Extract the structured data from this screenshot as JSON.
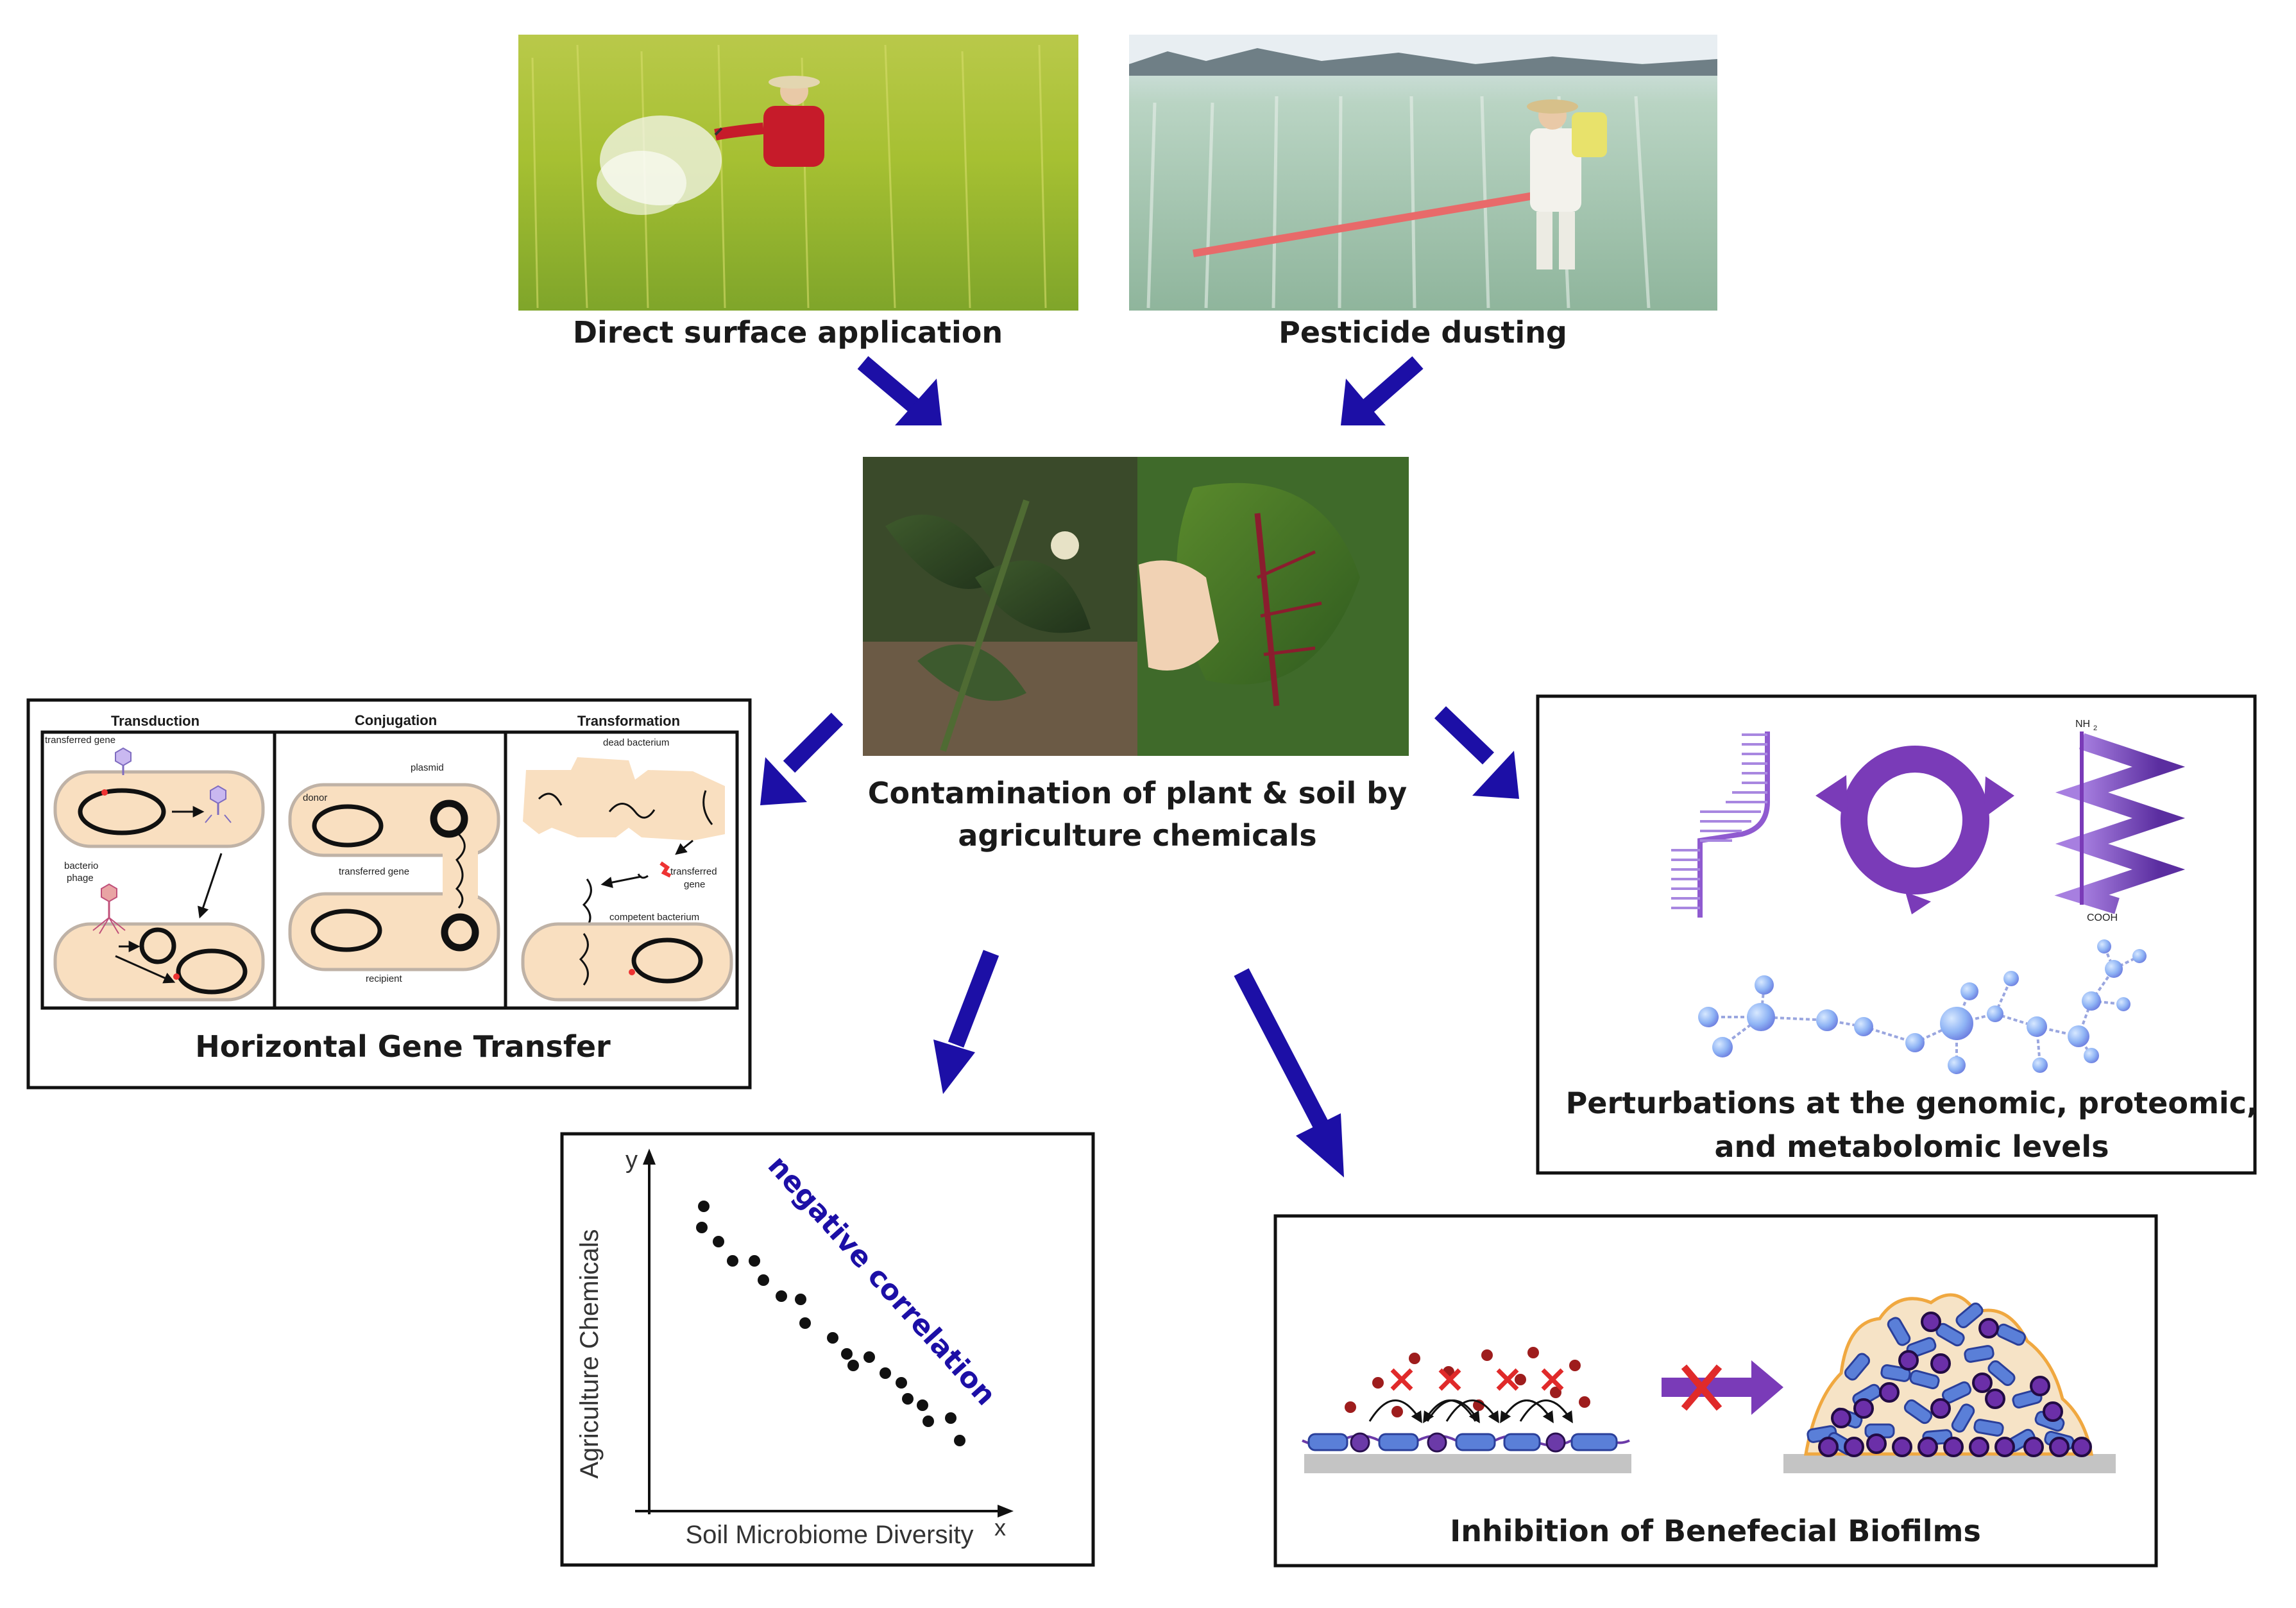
{
  "photos": {
    "direct_surface": {
      "caption": "Direct surface application"
    },
    "dusting": {
      "caption": "Pesticide dusting"
    },
    "contamination": {
      "caption_line1": "Contamination of plant & soil by",
      "caption_line2": "agriculture chemicals"
    }
  },
  "hgt_panel": {
    "title": "Horizontal Gene Transfer",
    "transduction": {
      "title": "Transduction",
      "transferred_gene": "transferred gene",
      "bacteriophage_l1": "bacterio",
      "bacteriophage_l2": "phage"
    },
    "conjugation": {
      "title": "Conjugation",
      "donor": "donor",
      "plasmid": "plasmid",
      "transferred_gene": "transferred gene",
      "recipient": "recipient"
    },
    "transformation": {
      "title": "Transformation",
      "dead_bacterium": "dead bacterium",
      "transferred_gene_l1": "transferred",
      "transferred_gene_l2": "gene",
      "competent_bacterium": "competent bacterium"
    }
  },
  "omics_panel": {
    "title_line1": "Perturbations at the genomic, proteomic,",
    "title_line2": "and metabolomic levels",
    "nh2": "NH",
    "nh2_sub": "2",
    "cooh": "COOH"
  },
  "correlation_panel": {
    "annotation": "negative correlation",
    "y_label": "Agriculture Chemicals",
    "x_label": "Soil Microbiome Diversity",
    "y_axis_letter": "y",
    "x_axis_letter": "x"
  },
  "biofilm_panel": {
    "title": "Inhibition of Benefecial Biofilms"
  },
  "colors": {
    "arrow": "#1c0fa6",
    "purple": "#7a3bb8",
    "cell_fill": "#f9dfc0",
    "biofilm_red": "#e02a2a"
  }
}
